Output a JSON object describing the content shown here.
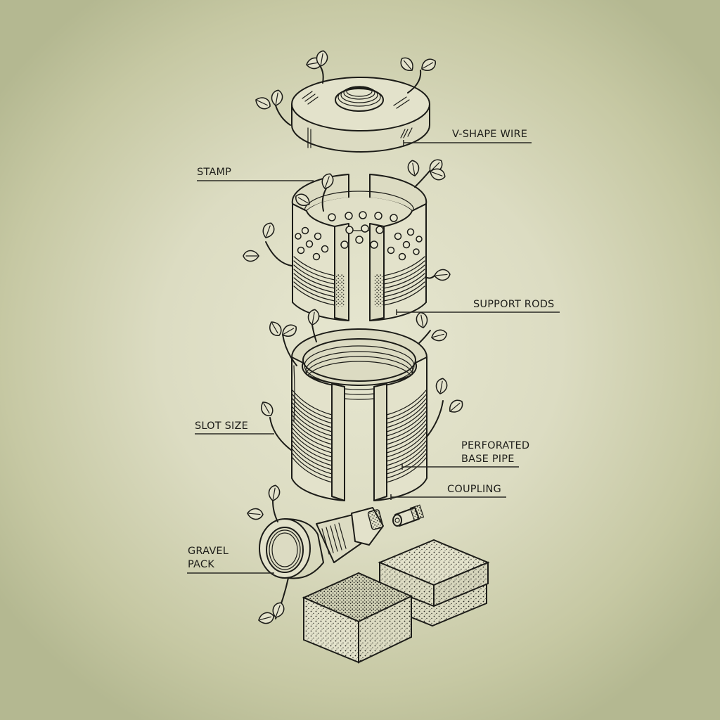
{
  "diagram": {
    "type": "exploded-view technical illustration",
    "subject": "well screen assembly",
    "colors": {
      "paper_center": "#e6e6d0",
      "paper_edge": "#b4b891",
      "ink": "#1c1c18"
    },
    "labels": [
      {
        "id": "v-shape-wire",
        "text": "V-SHAPE WIRE"
      },
      {
        "id": "stamp",
        "text": "STAMP"
      },
      {
        "id": "support-rods",
        "text": "SUPPORT RODS"
      },
      {
        "id": "slot-size",
        "text": "SLOT SIZE"
      },
      {
        "id": "perforated-base-pipe",
        "text": "PERFORATED\nBASE PIPE"
      },
      {
        "id": "coupling",
        "text": "COUPLING"
      },
      {
        "id": "gravel-pack",
        "text": "GRAVEL\nPACK"
      }
    ],
    "components": [
      "threaded end cap disc",
      "perforated split cylinder",
      "wire-wrapped split cylinder",
      "pipe coupling fitting",
      "small threaded nipple",
      "gravel pack blocks"
    ]
  }
}
